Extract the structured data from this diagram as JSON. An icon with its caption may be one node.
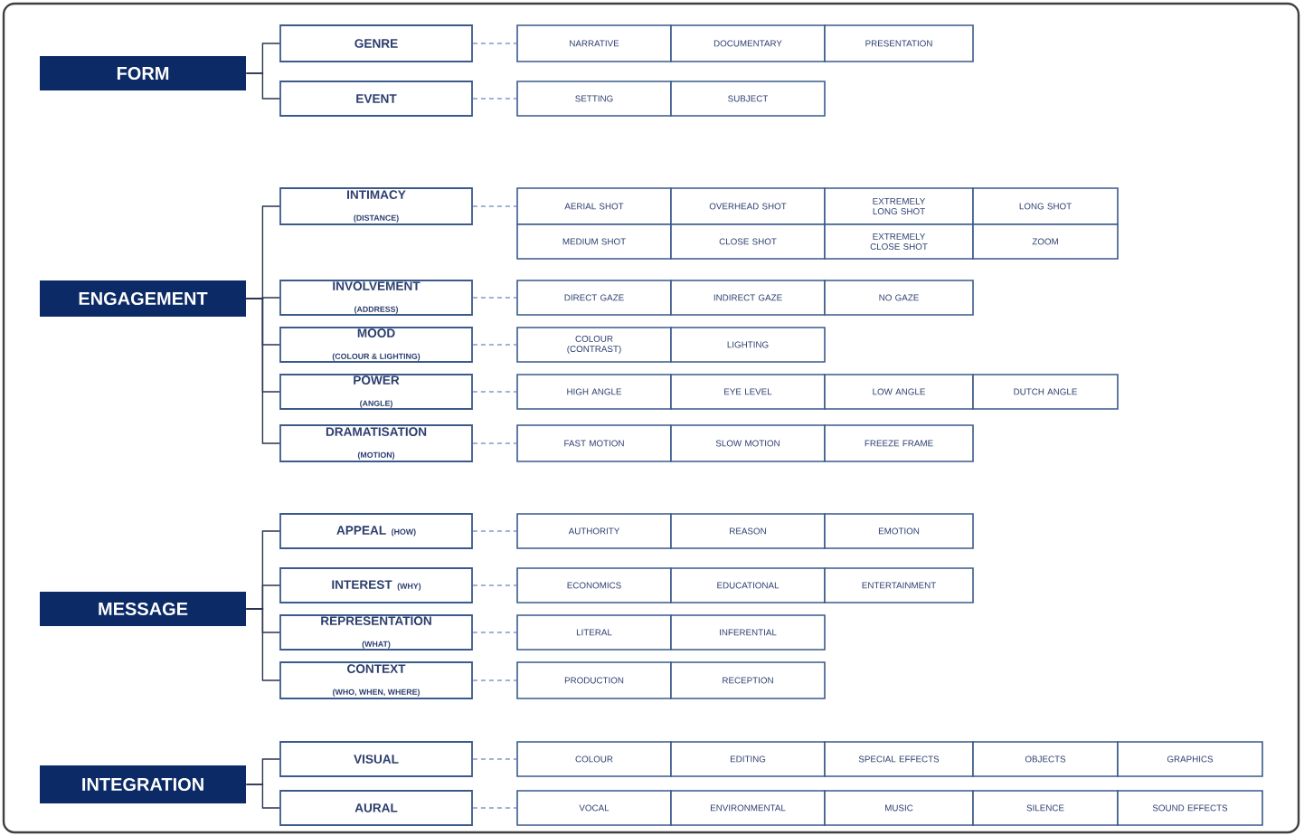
{
  "diagram": {
    "nodes": [
      {
        "text": [
          "FORM"
        ]
      },
      {
        "text": [
          "GENRE"
        ]
      },
      {
        "text": [
          "NARRATIVE"
        ]
      },
      {
        "text": [
          "DOCUMENTARY"
        ]
      },
      {
        "text": [
          "PRESENTATION"
        ]
      },
      {
        "text": [
          "EVENT"
        ]
      },
      {
        "text": [
          "SETTING"
        ]
      },
      {
        "text": [
          "SUBJECT"
        ]
      },
      {
        "text": [
          "ENGAGEMENT"
        ]
      },
      {
        "text": [
          "INTIMACY",
          "(DISTANCE)"
        ]
      },
      {
        "text": [
          "AERIAL SHOT"
        ]
      },
      {
        "text": [
          "OVERHEAD SHOT"
        ]
      },
      {
        "text": [
          "EXTREMELY LONG SHOT"
        ]
      },
      {
        "text": [
          "LONG SHOT"
        ]
      },
      {
        "text": [
          "MEDIUM SHOT"
        ]
      },
      {
        "text": [
          "CLOSE SHOT"
        ]
      },
      {
        "text": [
          "EXTREMELY CLOSE SHOT"
        ]
      },
      {
        "text": [
          "ZOOM"
        ]
      },
      {
        "text": [
          "INVOLVEMENT",
          "(ADDRESS)"
        ]
      },
      {
        "text": [
          "DIRECT GAZE"
        ]
      },
      {
        "text": [
          "INDIRECT GAZE"
        ]
      },
      {
        "text": [
          "NO GAZE"
        ]
      },
      {
        "text": [
          "MOOD",
          "(COLOUR & LIGHTING)"
        ]
      },
      {
        "text": [
          "COLOUR",
          "(CONTRAST)"
        ]
      },
      {
        "text": [
          "LIGHTING"
        ]
      },
      {
        "text": [
          "POWER",
          "(ANGLE)"
        ]
      },
      {
        "text": [
          "HIGH ANGLE"
        ]
      },
      {
        "text": [
          "EYE LEVEL"
        ]
      },
      {
        "text": [
          "LOW ANGLE"
        ]
      },
      {
        "text": [
          "DUTCH ANGLE"
        ]
      },
      {
        "text": [
          "DRAMATISATION",
          "(MOTION)"
        ]
      },
      {
        "text": [
          "FAST MOTION"
        ]
      },
      {
        "text": [
          "SLOW MOTION"
        ]
      },
      {
        "text": [
          "FREEZE FRAME"
        ]
      },
      {
        "text": [
          "MESSAGE"
        ]
      },
      {
        "text": [
          "APPEAL",
          "(HOW)"
        ]
      },
      {
        "text": [
          "AUTHORITY"
        ]
      },
      {
        "text": [
          "REASON"
        ]
      },
      {
        "text": [
          "EMOTION"
        ]
      },
      {
        "text": [
          "INTEREST",
          "(WHY)"
        ]
      },
      {
        "text": [
          "ECONOMICS"
        ]
      },
      {
        "text": [
          "EDUCATIONAL"
        ]
      },
      {
        "text": [
          "ENTERTAINMENT"
        ]
      },
      {
        "text": [
          "REPRESENTATION",
          "(WHAT)"
        ]
      },
      {
        "text": [
          "LITERAL"
        ]
      },
      {
        "text": [
          "INFERENTIAL"
        ]
      },
      {
        "text": [
          "CONTEXT",
          "(WHO, WHEN, WHERE)"
        ]
      },
      {
        "text": [
          "PRODUCTION"
        ]
      },
      {
        "text": [
          "RECEPTION"
        ]
      },
      {
        "text": [
          "INTEGRATION"
        ]
      },
      {
        "text": [
          "VISUAL"
        ]
      },
      {
        "text": [
          "COLOUR"
        ]
      },
      {
        "text": [
          "EDITING"
        ]
      },
      {
        "text": [
          "SPECIAL EFFECTS"
        ]
      },
      {
        "text": [
          "OBJECTS"
        ]
      },
      {
        "text": [
          "GRAPHICS"
        ]
      },
      {
        "text": [
          "AURAL"
        ]
      },
      {
        "text": [
          "VOCAL"
        ]
      },
      {
        "text": [
          "ENVIRONMENTAL"
        ]
      },
      {
        "text": [
          "MUSIC"
        ]
      },
      {
        "text": [
          "SILENCE"
        ]
      },
      {
        "text": [
          "SOUND EFFECTS"
        ]
      }
    ],
    "edges": [
      {
        "from": 0,
        "to": 1,
        "arrow": "none"
      },
      {
        "from": 0,
        "to": 5,
        "arrow": "none"
      },
      {
        "from": 1,
        "to": 2,
        "arrow": "none",
        "style": "dashed",
        "color": "#7f9cc7"
      },
      {
        "from": 5,
        "to": 6,
        "arrow": "none",
        "style": "dashed",
        "color": "#7f9cc7"
      },
      {
        "from": 8,
        "to": 9,
        "arrow": "none"
      },
      {
        "from": 8,
        "to": 18,
        "arrow": "none"
      },
      {
        "from": 8,
        "to": 22,
        "arrow": "none"
      },
      {
        "from": 8,
        "to": 25,
        "arrow": "none"
      },
      {
        "from": 8,
        "to": 30,
        "arrow": "none"
      },
      {
        "from": 9,
        "to": 10,
        "arrow": "none",
        "style": "dashed",
        "color": "#7f9cc7"
      },
      {
        "from": 18,
        "to": 19,
        "arrow": "none",
        "style": "dashed",
        "color": "#7f9cc7"
      },
      {
        "from": 22,
        "to": 23,
        "arrow": "none",
        "style": "dashed",
        "color": "#7f9cc7"
      },
      {
        "from": 25,
        "to": 26,
        "arrow": "none",
        "style": "dashed",
        "color": "#7f9cc7"
      },
      {
        "from": 30,
        "to": 31,
        "arrow": "none",
        "style": "dashed",
        "color": "#7f9cc7"
      },
      {
        "from": 34,
        "to": 35,
        "arrow": "none"
      },
      {
        "from": 34,
        "to": 39,
        "arrow": "none"
      },
      {
        "from": 34,
        "to": 43,
        "arrow": "none"
      },
      {
        "from": 34,
        "to": 46,
        "arrow": "none"
      },
      {
        "from": 35,
        "to": 36,
        "arrow": "none",
        "style": "dashed",
        "color": "#7f9cc7"
      },
      {
        "from": 39,
        "to": 40,
        "arrow": "none",
        "style": "dashed",
        "color": "#7f9cc7"
      },
      {
        "from": 43,
        "to": 44,
        "arrow": "none",
        "style": "dashed",
        "color": "#7f9cc7"
      },
      {
        "from": 46,
        "to": 47,
        "arrow": "none",
        "style": "dashed",
        "color": "#7f9cc7"
      },
      {
        "from": 49,
        "to": 50,
        "arrow": "none"
      },
      {
        "from": 49,
        "to": 56,
        "arrow": "none"
      },
      {
        "from": 50,
        "to": 51,
        "arrow": "none",
        "style": "dashed",
        "color": "#7f9cc7"
      },
      {
        "from": 56,
        "to": 57,
        "arrow": "none",
        "style": "dashed",
        "color": "#7f9cc7"
      }
    ]
  }
}
